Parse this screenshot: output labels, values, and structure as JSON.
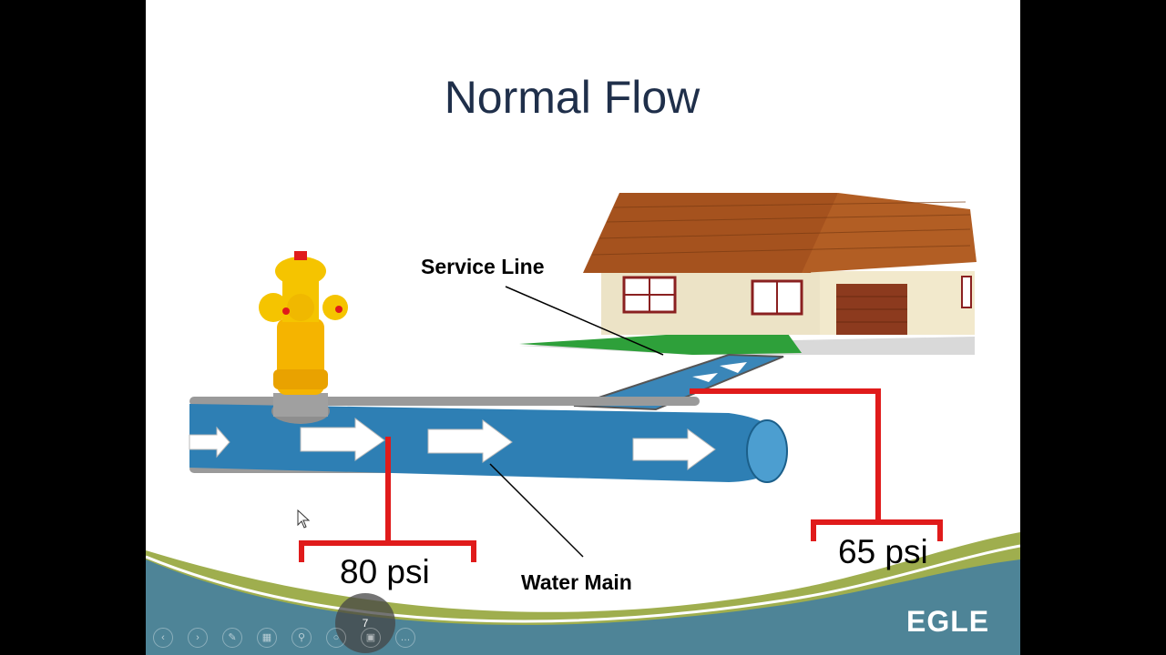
{
  "slide": {
    "title": "Normal Flow",
    "labels": {
      "service_line": "Service Line",
      "water_main": "Water Main",
      "psi_left": "80 psi",
      "psi_right": "65 psi"
    },
    "logo": "EGLE",
    "slide_number": "7"
  },
  "colors": {
    "title": "#1f2f4a",
    "pressure_bracket": "#e01b1b",
    "water": "#2e7fb4",
    "roof": "#a5521e",
    "grass": "#2ea03a",
    "hydrant": "#f5c400",
    "band_teal": "#4e8497",
    "band_green": "#9fae4e"
  },
  "toolbar": {
    "icons": [
      "prev-icon",
      "next-icon",
      "pen-icon",
      "slides-icon",
      "zoom-icon",
      "pointer-icon",
      "captions-icon",
      "more-icon"
    ]
  }
}
